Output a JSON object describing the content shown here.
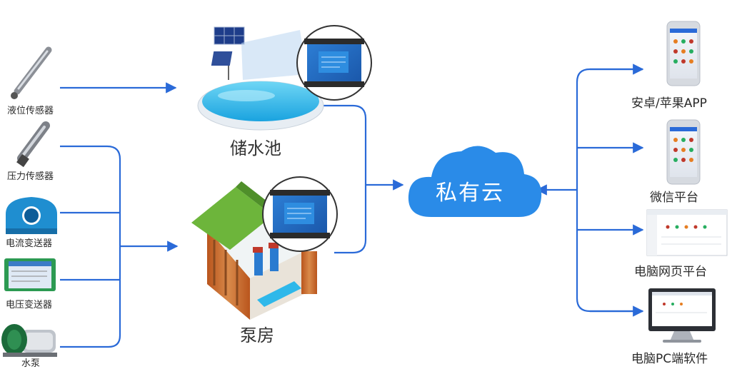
{
  "inputs": {
    "level_sensor": "液位传感器",
    "pressure_sensor": "压力传感器",
    "current_transmitter": "电流变送器",
    "voltage_transmitter": "电压变送器",
    "water_pump": "水泵"
  },
  "sites": {
    "reservoir": "储水池",
    "pump_house": "泵房"
  },
  "cloud": {
    "label": "私有云"
  },
  "outputs": {
    "mobile_app": "安卓/苹果APP",
    "wechat": "微信平台",
    "web": "电脑网页平台",
    "pc_software": "电脑PC端软件"
  },
  "colors": {
    "arrow": "#2a6ad8",
    "cloud": "#2a8be8",
    "water": "#2fb8ea",
    "controller": "#1e6fc7",
    "roof": "#6db53b",
    "wall": "#c76a2c"
  }
}
